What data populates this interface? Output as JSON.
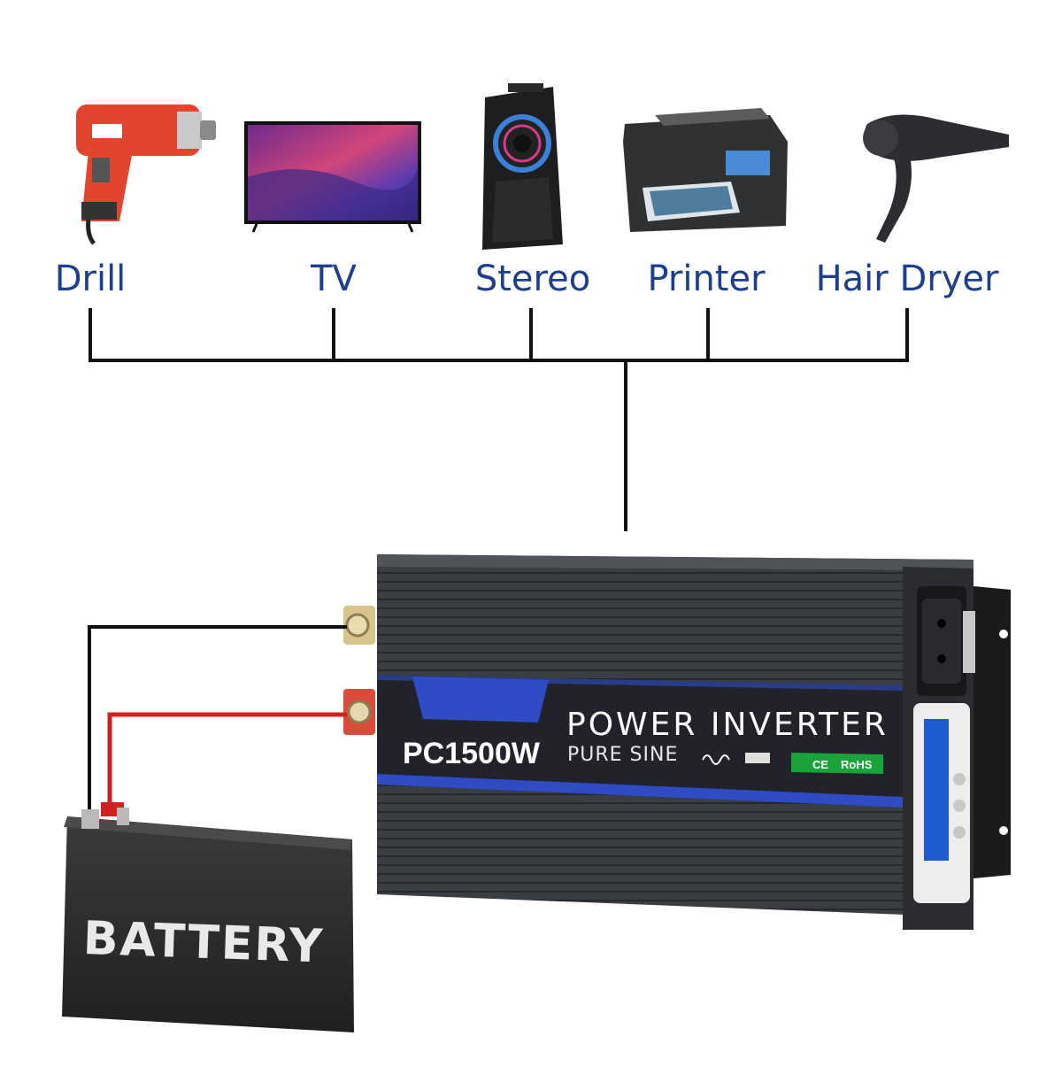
{
  "appliances": [
    {
      "id": "drill",
      "label": "Drill",
      "icon": "drill-icon"
    },
    {
      "id": "tv",
      "label": "TV",
      "icon": "tv-icon"
    },
    {
      "id": "stereo",
      "label": "Stereo",
      "icon": "speaker-icon"
    },
    {
      "id": "printer",
      "label": "Printer",
      "icon": "printer-icon"
    },
    {
      "id": "hair-dryer",
      "label": "Hair Dryer",
      "icon": "hair-dryer-icon"
    }
  ],
  "inverter": {
    "title": "POWER INVERTER",
    "subtitle": "PURE SINE",
    "model": "PC1500W",
    "badge_ce": "CE",
    "badge_rohs": "RoHS"
  },
  "battery": {
    "label": "BATTERY"
  },
  "colors": {
    "label_blue": "#1b3f8e",
    "wire_black": "#111111",
    "wire_red": "#d21f1f",
    "inverter_body": "#35383d",
    "inverter_stripe": "#2f4cc4",
    "badge_green": "#1aa33a",
    "battery_body": "#2a2c2c"
  }
}
